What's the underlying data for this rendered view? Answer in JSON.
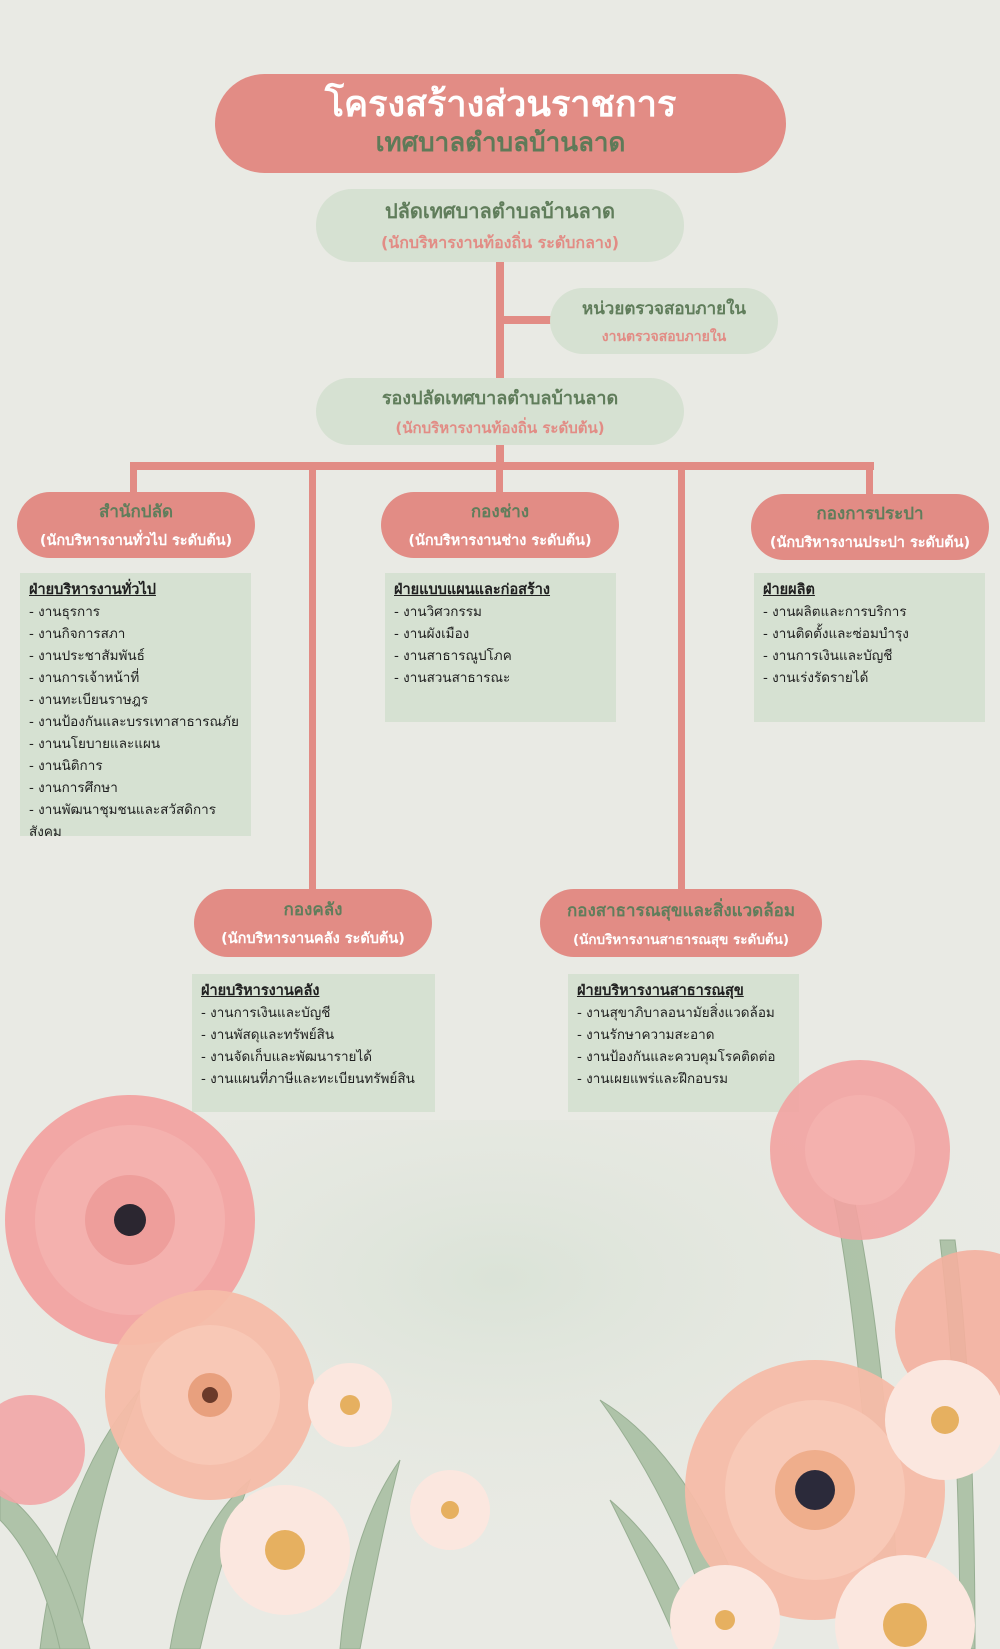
{
  "header": {
    "title": "โครงสร้างส่วนราชการ",
    "subtitle": "เทศบาลตำบลบ้านลาด"
  },
  "palad": {
    "title": "ปลัดเทศบาลตำบลบ้านลาด",
    "subtitle": "(นักบริหารงานท้องถิ่น ระดับกลาง)"
  },
  "audit": {
    "title": "หน่วยตรวจสอบภายใน",
    "subtitle": "งานตรวจสอบภายใน"
  },
  "deputy": {
    "title": "รองปลัดเทศบาลตำบลบ้านลาด",
    "subtitle": "(นักบริหารงานท้องถิ่น ระดับต้น)"
  },
  "divisions": [
    {
      "title": "สำนักปลัด",
      "subtitle": "(นักบริหารงานทั่วไป ระดับต้น)",
      "section": "ฝ่ายบริหารงานทั่วไป",
      "items": [
        "- งานธุรการ",
        "- งานกิจการสภา",
        "- งานประชาสัมพันธ์",
        "- งานการเจ้าหน้าที่",
        "- งานทะเบียนราษฎร",
        "- งานป้องกันและบรรเทาสาธารณภัย",
        "- งานนโยบายและแผน",
        "- งานนิติการ",
        "- งานการศึกษา",
        "- งานพัฒนาชุมชนและสวัสดิการสังคม"
      ]
    },
    {
      "title": "กองช่าง",
      "subtitle": "(นักบริหารงานช่าง ระดับต้น)",
      "section": "ฝ่ายแบบแผนและก่อสร้าง",
      "items": [
        "- งานวิศวกรรม",
        "- งานผังเมือง",
        "- งานสาธารณูปโภค",
        "- งานสวนสาธารณะ"
      ]
    },
    {
      "title": "กองการประปา",
      "subtitle": "(นักบริหารงานประปา ระดับต้น)",
      "section": "ฝ่ายผลิต",
      "items": [
        "- งานผลิตและการบริการ",
        "- งานติดตั้งและซ่อมบำรุง",
        "- งานการเงินและบัญชี",
        "- งานเร่งรัดรายได้"
      ]
    },
    {
      "title": "กองคลัง",
      "subtitle": "(นักบริหารงานคลัง ระดับต้น)",
      "section": "ฝ่ายบริหารงานคลัง",
      "items": [
        "- งานการเงินและบัญชี",
        "- งานพัสดุและทรัพย์สิน",
        "- งานจัดเก็บและพัฒนารายได้",
        "- งานแผนที่ภาษีและทะเบียนทรัพย์สิน"
      ]
    },
    {
      "title": "กองสาธารณสุขและสิ่งแวดล้อม",
      "subtitle": "(นักบริหารงานสาธารณสุข ระดับต้น)",
      "section": "ฝ่ายบริหารงานสาธารณสุข",
      "items": [
        "- งานสุขาภิบาลอนามัยสิ่งแวดล้อม",
        "- งานรักษาความสะอาด",
        "- งานป้องกันและควบคุมโรคติดต่อ",
        "- งานเผยแพร่และฝึกอบรม"
      ]
    }
  ],
  "colors": {
    "background": "#e9eae4",
    "pink": "#e28c85",
    "green_box": "#d6e1d2",
    "green_text": "#607d5b"
  }
}
